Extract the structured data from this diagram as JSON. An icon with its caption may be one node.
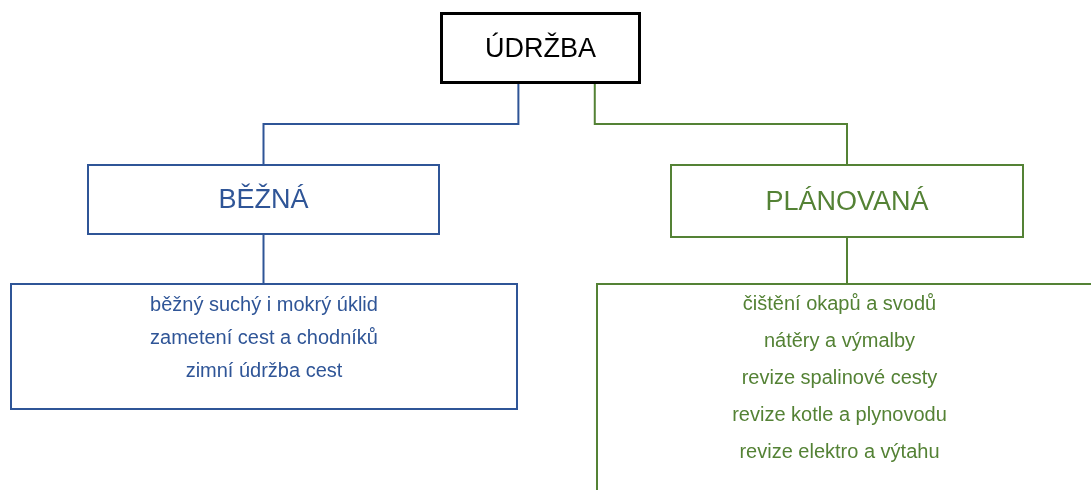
{
  "diagram": {
    "nodes": [
      {
        "text": [
          "ÚDRŽBA"
        ]
      },
      {
        "text": [
          "BĚŽNÁ"
        ]
      },
      {
        "text": [
          "PLÁNOVANÁ"
        ]
      },
      {
        "text": [
          "běžný suchý i mokrý úklid",
          "zametení cest a chodníků",
          "zimní údržba cest"
        ]
      },
      {
        "text": [
          "čištění okapů a svodů",
          "nátěry a výmalby",
          "revize spalinové cesty",
          "revize kotle a plynovodu",
          "revize elektro a výtahu"
        ]
      }
    ],
    "edges": [
      {
        "from": 0,
        "to": 1,
        "arrow": "none",
        "color": "#2f5597"
      },
      {
        "from": 0,
        "to": 2,
        "arrow": "none",
        "color": "#548235"
      },
      {
        "from": 1,
        "to": 3,
        "arrow": "none",
        "color": "#2f5597"
      },
      {
        "from": 2,
        "to": 4,
        "arrow": "none",
        "color": "#548235"
      }
    ]
  }
}
